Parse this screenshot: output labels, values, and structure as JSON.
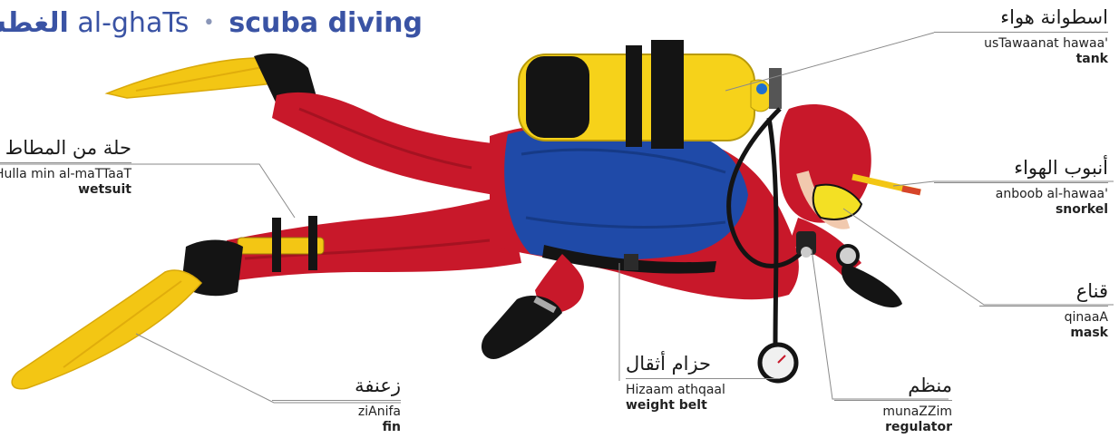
{
  "header": {
    "arabic": "الغطس",
    "transliteration": "al-ghaTs",
    "separator": "•",
    "english": "scuba diving"
  },
  "labels": {
    "tank": {
      "arabic": "اسطوانة هواء",
      "translit": "usTawaanat hawaa'",
      "english": "tank"
    },
    "wetsuit": {
      "arabic": "حلة من المطاط",
      "translit": "Hulla min al-maTTaaT",
      "english": "wetsuit"
    },
    "snorkel": {
      "arabic": "أنبوب الهواء",
      "translit": "anboob al-hawaa'",
      "english": "snorkel"
    },
    "mask": {
      "arabic": "قناع",
      "translit": "qinaaA",
      "english": "mask"
    },
    "weight_belt": {
      "arabic": "حزام أثقال",
      "translit": "Hizaam athqaal",
      "english": "weight belt"
    },
    "regulator": {
      "arabic": "منظم",
      "translit": "munaZZim",
      "english": "regulator"
    },
    "fin": {
      "arabic": "زعنفة",
      "translit": "ziAnifa",
      "english": "fin"
    }
  },
  "colors": {
    "suit_red": "#c8182a",
    "suit_dark": "#6d0c16",
    "bcd_blue": "#1f4aa8",
    "tank_yellow": "#f6d21a",
    "fin_yellow": "#f3c614",
    "black": "#141414",
    "header_blue": "#3a53a4"
  }
}
